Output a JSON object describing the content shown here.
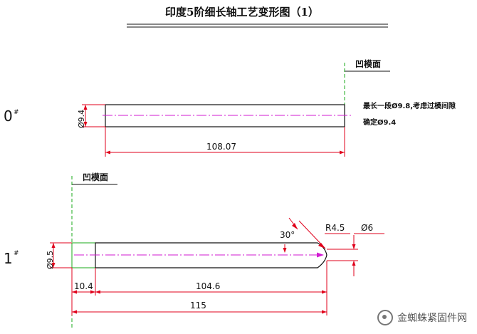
{
  "title": "印度5阶细长轴工艺变形图（1）",
  "step0": {
    "label": "0",
    "label_mark": "#",
    "die_label": "凹模面",
    "dia_label": "Ø9.4",
    "length_label": "108.07",
    "note_line1": "最长一段Ø9.8,考虑过模间隙",
    "note_line2": "确定Ø9.4"
  },
  "step1": {
    "label": "1",
    "label_mark": "#",
    "die_label": "凹模面",
    "dia_label": "Ø9.5",
    "angle_label": "30°",
    "radius_label": "R4.5",
    "end_dia_label": "Ø6",
    "dim_left": "10.4",
    "dim_mid": "104.6",
    "dim_total": "115"
  },
  "watermark": "金蜘蛛紧固件网",
  "colors": {
    "dimension": "#e0001b",
    "centerline": "#d21ad2",
    "die_line": "#18a818",
    "outline": "#111111"
  }
}
